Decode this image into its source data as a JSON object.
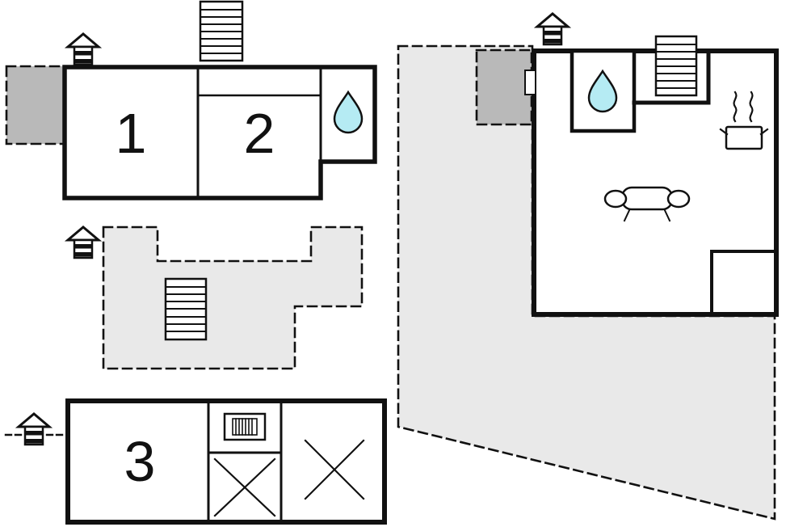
{
  "page": {
    "background": "#ffffff"
  },
  "colors": {
    "line": "#111111",
    "terrace_fill": "#e9e9e9",
    "patio_fill": "#b9b9b9",
    "water_fill": "#b5ebf3"
  },
  "floorplan": {
    "rooms": {
      "room1": "1",
      "room2": "2",
      "room3": "3"
    },
    "icons": {
      "chimney_icon": "roof-vent",
      "water_drop_icon": "water-drop",
      "stairs_icon": "staircase",
      "sofa_icon": "sofa-front-view",
      "cooking_pot_icon": "pot-with-steam",
      "grill_icon": "vent-grille",
      "cross_icon": "diagonal-cross",
      "door_opening_icon": "wall-opening"
    }
  }
}
